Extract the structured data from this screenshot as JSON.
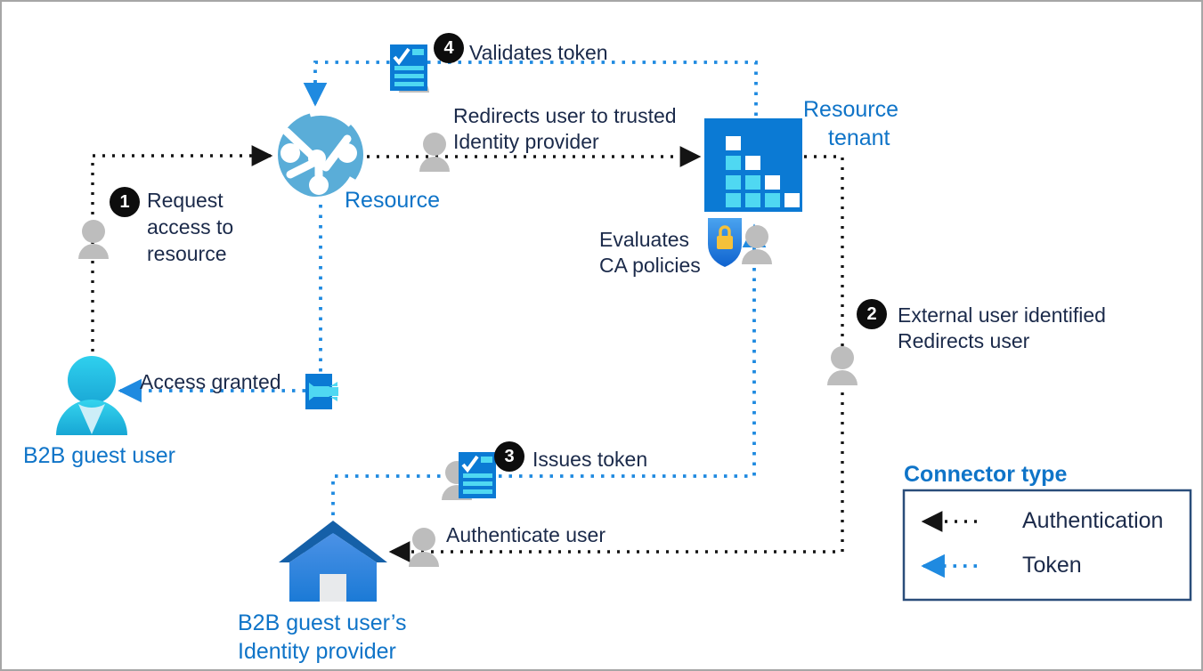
{
  "diagram": {
    "title_hidden": "Azure AD B2B guest user authentication flow",
    "nodes": [
      {
        "id": "b2b-guest-user",
        "label": "B2B guest user",
        "icon": "guest-user-avatar-icon"
      },
      {
        "id": "resource",
        "label": "Resource",
        "icon": "globe-resource-icon"
      },
      {
        "id": "resource-tenant",
        "label": "Resource\ntenant",
        "label_line1": "Resource",
        "label_line2": "tenant",
        "icon": "tenant-grid-icon"
      },
      {
        "id": "identity-provider",
        "label_line1": "B2B guest user’s",
        "label_line2": "Identity provider",
        "icon": "home-identity-provider-icon"
      },
      {
        "id": "access-granted-door",
        "label": "",
        "icon": "sign-in-door-icon"
      },
      {
        "id": "ca-policy-shield",
        "label": "",
        "icon": "shield-lock-icon"
      }
    ],
    "steps": [
      {
        "number": "1",
        "text_lines": [
          "Request",
          "access to",
          "resource"
        ]
      },
      {
        "number": "2",
        "text_lines": [
          "External user identified",
          "Redirects user"
        ]
      },
      {
        "number": "3",
        "text_lines": [
          "Issues token"
        ]
      },
      {
        "number": "4",
        "text_lines": [
          "Validates token"
        ]
      }
    ],
    "edge_labels": [
      {
        "id": "redirects-trusted-idp",
        "lines": [
          "Redirects user to trusted",
          "Identity provider"
        ]
      },
      {
        "id": "evaluates-ca-policies",
        "lines": [
          "Evaluates",
          "CA policies"
        ]
      },
      {
        "id": "access-granted",
        "lines": [
          "Access granted"
        ]
      },
      {
        "id": "authenticate-user",
        "lines": [
          "Authenticate user"
        ]
      }
    ],
    "legend": {
      "title": "Connector type",
      "items": [
        {
          "id": "authentication",
          "label": "Authentication",
          "color": "#141414"
        },
        {
          "id": "token",
          "label": "Token",
          "color": "#1f8ae0"
        }
      ]
    },
    "colors": {
      "accent_blue": "#0f74c8",
      "token_line": "#1f8ae0",
      "auth_line": "#141414",
      "tenant_blue": "#0b7ad4",
      "tenant_cell_cyan": "#4fd8f2",
      "globe_blue": "#5aadd8",
      "person_gray": "#bdbdbd",
      "text_navy": "#1b2a4a",
      "legend_border": "#2a4d7a",
      "frame_border": "#a6a6a6",
      "shield_lock_gold": "#f5c13a",
      "guest_avatar_cyan": "#23c2e8",
      "house_blue": "#3a86de",
      "house_roof": "#1560a8"
    }
  }
}
